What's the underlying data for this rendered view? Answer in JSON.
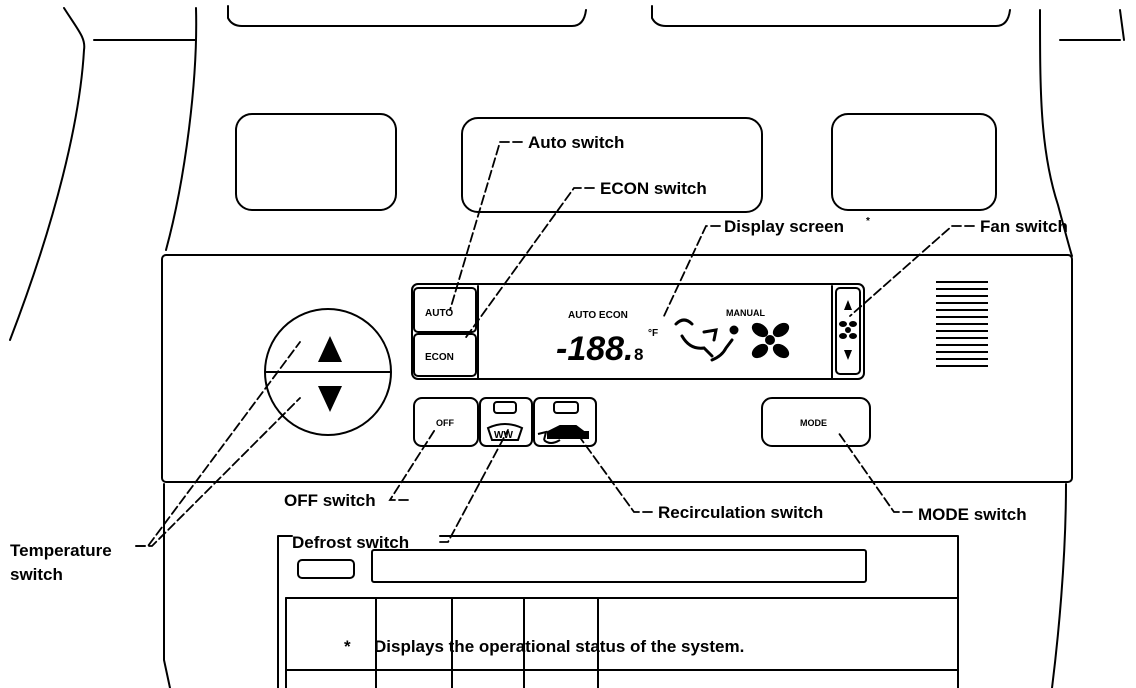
{
  "callouts": {
    "auto_switch": "Auto switch",
    "econ_switch": "ECON switch",
    "display_screen": "Display screen",
    "display_screen_mark": "*",
    "fan_switch": "Fan switch",
    "off_switch": "OFF switch",
    "recirculation_switch": "Recirculation switch",
    "defrost_switch": "Defrost switch",
    "mode_switch": "MODE switch",
    "temperature_switch_line1": "Temperature",
    "temperature_switch_line2": "switch"
  },
  "buttons": {
    "auto": "AUTO",
    "econ": "ECON",
    "off": "OFF",
    "mode": "MODE",
    "defrost_glyph": "WW"
  },
  "display": {
    "mode_text": "AUTO ECON",
    "manual_text": "MANUAL",
    "temperature": "-188.",
    "temperature_decimal": "8",
    "unit": "°F"
  },
  "footnote": {
    "mark": "*",
    "text": "Displays the operational status of the system."
  },
  "icons": {
    "temp_up": "triangle-up-icon",
    "temp_down": "triangle-down-icon",
    "fan": "fan-icon",
    "fan_up": "triangle-up-icon",
    "fan_down": "triangle-down-icon",
    "airflow": "airflow-icon",
    "recirculation": "car-recirculation-icon",
    "defrost": "defrost-icon",
    "vent_grille": "vent-grille-icon"
  },
  "colors": {
    "ink": "#000000",
    "paper": "#ffffff"
  }
}
